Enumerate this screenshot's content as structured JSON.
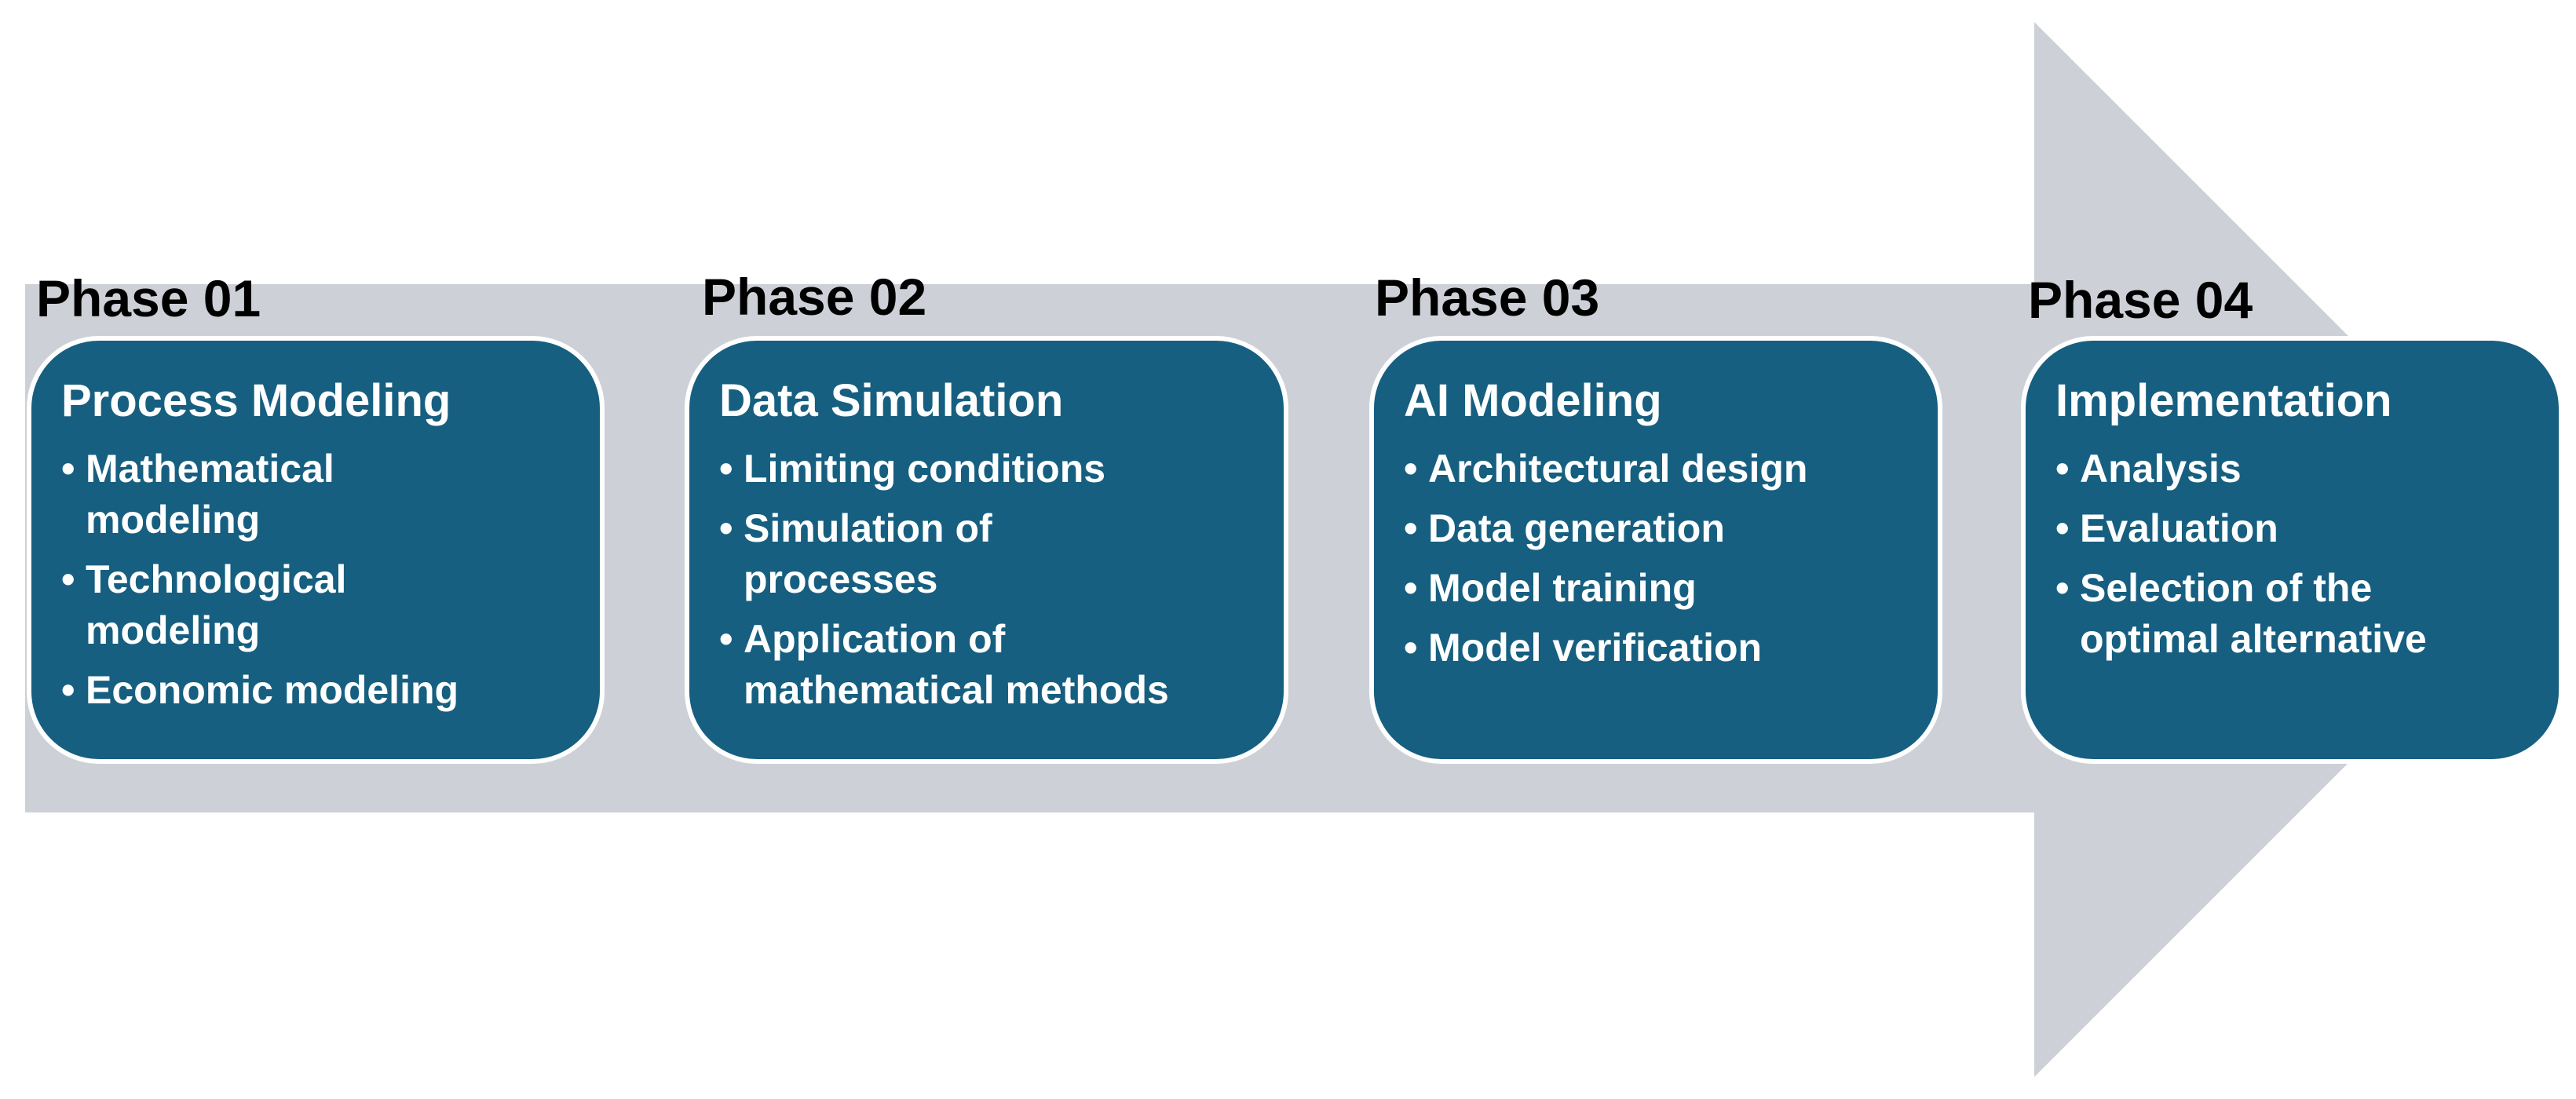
{
  "colors": {
    "arrow": "#cdd1d7",
    "box_fill": "#165f80",
    "box_border": "#ffffff",
    "box_text": "#ffffff",
    "phase_label": "#000000",
    "background": "#ffffff"
  },
  "bullet_glyph": "•",
  "phases": [
    {
      "label": "Phase 01",
      "title": "Process Modeling",
      "items": [
        "Mathematical modeling",
        "Technological modeling",
        "Economic modeling"
      ]
    },
    {
      "label": "Phase 02",
      "title": "Data Simulation",
      "items": [
        "Limiting conditions",
        "Simulation of processes",
        "Application of mathematical methods"
      ]
    },
    {
      "label": "Phase 03",
      "title": "AI Modeling",
      "items": [
        "Architectural design",
        "Data generation",
        "Model training",
        "Model verification"
      ]
    },
    {
      "label": "Phase 04",
      "title": "Implementation",
      "items": [
        "Analysis",
        "Evaluation",
        "Selection of the optimal alternative"
      ]
    }
  ]
}
